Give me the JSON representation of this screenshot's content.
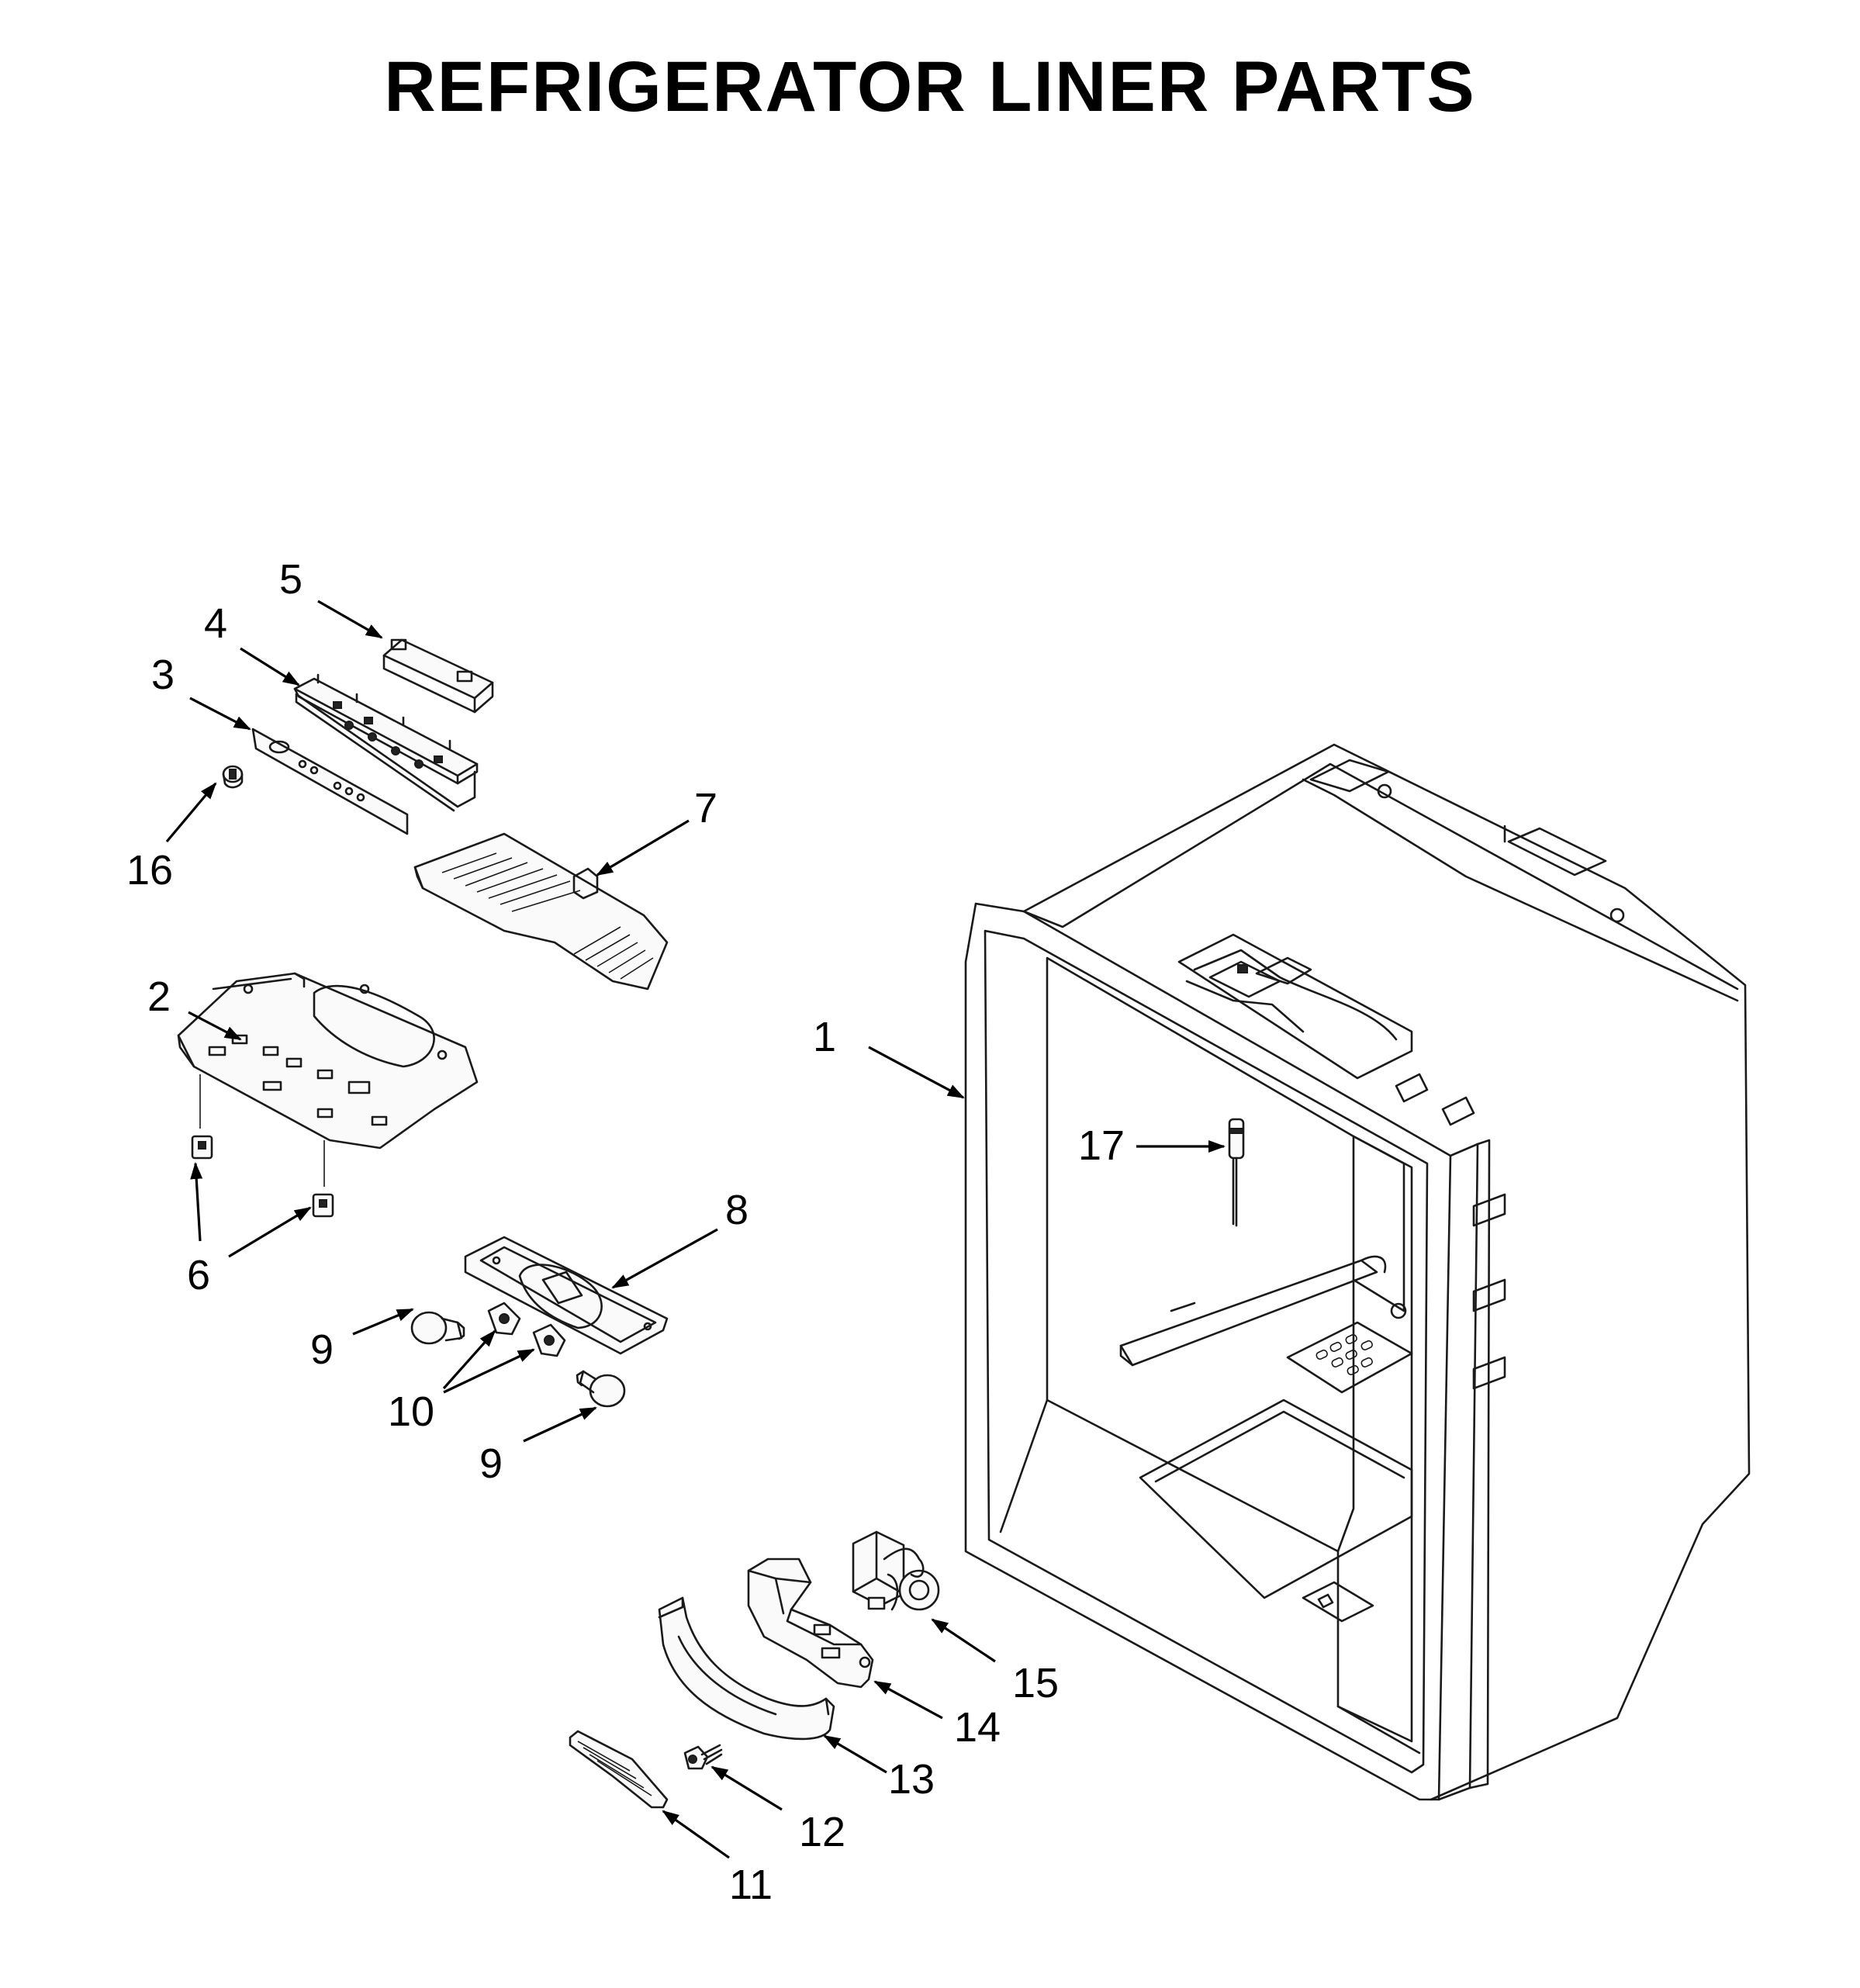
{
  "diagram": {
    "title": "REFRIGERATOR LINER PARTS",
    "callouts": [
      {
        "id": "c1",
        "label": "1"
      },
      {
        "id": "c2",
        "label": "2"
      },
      {
        "id": "c3",
        "label": "3"
      },
      {
        "id": "c4",
        "label": "4"
      },
      {
        "id": "c5",
        "label": "5"
      },
      {
        "id": "c6",
        "label": "6"
      },
      {
        "id": "c7",
        "label": "7"
      },
      {
        "id": "c8",
        "label": "8"
      },
      {
        "id": "c9a",
        "label": "9"
      },
      {
        "id": "c9b",
        "label": "9"
      },
      {
        "id": "c10",
        "label": "10"
      },
      {
        "id": "c11",
        "label": "11"
      },
      {
        "id": "c12",
        "label": "12"
      },
      {
        "id": "c13",
        "label": "13"
      },
      {
        "id": "c14",
        "label": "14"
      },
      {
        "id": "c15",
        "label": "15"
      },
      {
        "id": "c16",
        "label": "16"
      },
      {
        "id": "c17",
        "label": "17"
      }
    ]
  }
}
